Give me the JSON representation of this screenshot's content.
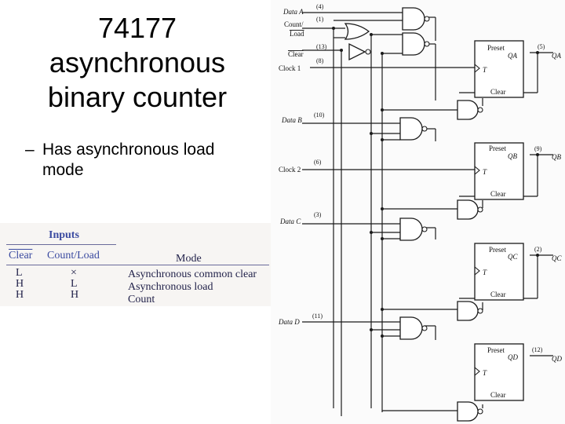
{
  "slide": {
    "title_lines": [
      "74177",
      "asynchronous",
      "binary counter"
    ],
    "bullet_dash": "–",
    "bullet_text": "Has asynchronous load mode"
  },
  "function_table": {
    "group_header": "Inputs",
    "col_clear": "Clear",
    "col_count_load": "Count/Load",
    "col_mode": "Mode",
    "rows": [
      {
        "clear": "L",
        "count_load": "×",
        "mode": "Asynchronous common clear"
      },
      {
        "clear": "H",
        "count_load": "L",
        "mode": "Asynchronous load"
      },
      {
        "clear": "H",
        "count_load": "H",
        "mode": "Count"
      }
    ]
  },
  "circuit": {
    "inputs": {
      "data_a": "Data A",
      "data_a_pin": "(4)",
      "count_load": "Count/",
      "count_load2": "Load",
      "count_load_pin": "(1)",
      "clear": "Clear",
      "clear_pin": "(13)",
      "clock1": "Clock 1",
      "clock1_pin": "(8)",
      "data_b": "Data B",
      "data_b_pin": "(10)",
      "clock2": "Clock 2",
      "clock2_pin": "(6)",
      "data_c": "Data C",
      "data_c_pin": "(3)",
      "data_d": "Data D",
      "data_d_pin": "(11)"
    },
    "flipflops": [
      {
        "preset": "Preset",
        "q": "QA",
        "t": "T",
        "clear": "Clear",
        "pin": "(5)",
        "out": "QA"
      },
      {
        "preset": "Preset",
        "q": "QB",
        "t": "T",
        "clear": "Clear",
        "pin": "(9)",
        "out": "QB"
      },
      {
        "preset": "Preset",
        "q": "QC",
        "t": "T",
        "clear": "Clear",
        "pin": "(2)",
        "out": "QC"
      },
      {
        "preset": "Preset",
        "q": "QD",
        "t": "T",
        "clear": "Clear",
        "pin": "(12)",
        "out": "QD"
      }
    ]
  }
}
